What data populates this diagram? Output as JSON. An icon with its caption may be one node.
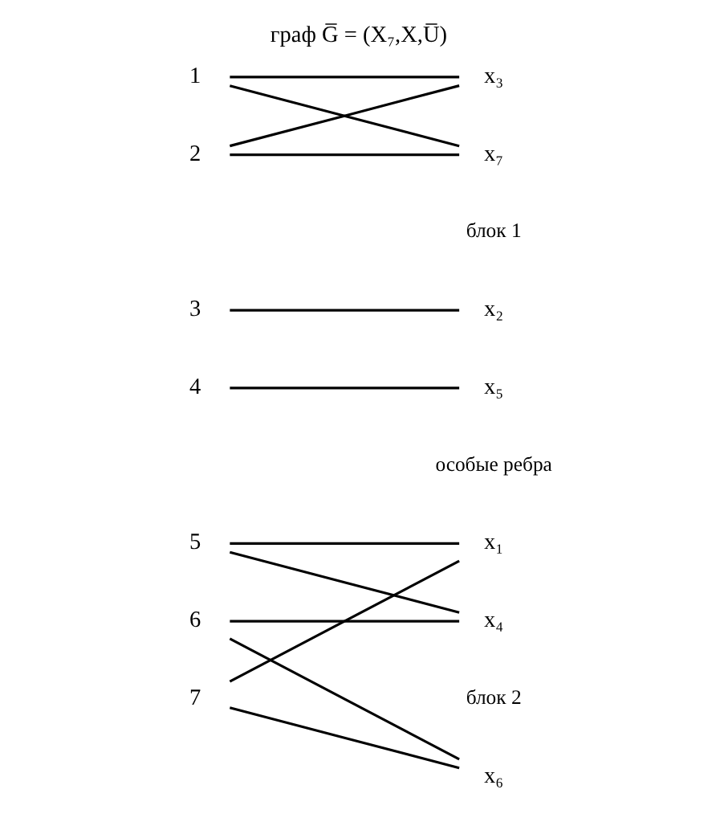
{
  "diagram": {
    "title": "граф G̅ = (X₇,X,U̅)",
    "nodes": [
      {
        "text": [
          "1"
        ]
      },
      {
        "text": [
          "x₃"
        ]
      },
      {
        "text": [
          "2"
        ]
      },
      {
        "text": [
          "x₇"
        ]
      },
      {
        "text": [
          "3"
        ]
      },
      {
        "text": [
          "x₂"
        ]
      },
      {
        "text": [
          "4"
        ]
      },
      {
        "text": [
          "x₅"
        ]
      },
      {
        "text": [
          "5"
        ]
      },
      {
        "text": [
          "x₁"
        ]
      },
      {
        "text": [
          "6"
        ]
      },
      {
        "text": [
          "x₄"
        ]
      },
      {
        "text": [
          "7"
        ]
      },
      {
        "text": [
          "x₆"
        ]
      }
    ],
    "edges": [
      {
        "from": 0,
        "to": 1,
        "arrow": "none"
      },
      {
        "from": 0,
        "to": 3,
        "arrow": "none"
      },
      {
        "from": 2,
        "to": 1,
        "arrow": "none"
      },
      {
        "from": 2,
        "to": 3,
        "arrow": "none"
      },
      {
        "from": 4,
        "to": 5,
        "arrow": "none"
      },
      {
        "from": 6,
        "to": 7,
        "arrow": "none"
      },
      {
        "from": 8,
        "to": 9,
        "arrow": "none"
      },
      {
        "from": 8,
        "to": 11,
        "arrow": "none"
      },
      {
        "from": 10,
        "to": 11,
        "arrow": "none"
      },
      {
        "from": 10,
        "to": 13,
        "arrow": "none"
      },
      {
        "from": 12,
        "to": 9,
        "arrow": "none"
      },
      {
        "from": 12,
        "to": 13,
        "arrow": "none"
      }
    ],
    "labels": [
      "блок 1",
      "особые ребра",
      "блок 2"
    ]
  }
}
